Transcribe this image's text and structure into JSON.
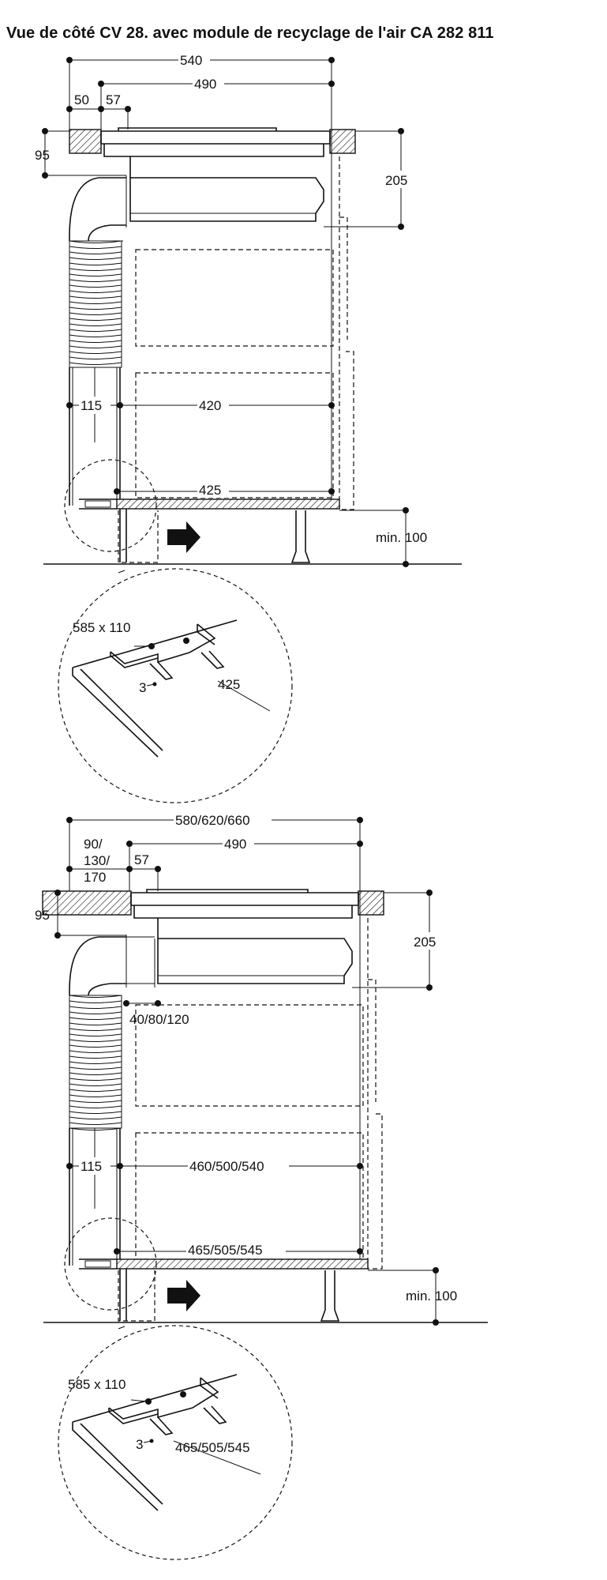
{
  "title": "Vue de côté CV 28. avec module de recyclage de l'air CA 282 811",
  "view1": {
    "dims": {
      "w540": "540",
      "w490": "490",
      "d50": "50",
      "d57": "57",
      "d95": "95",
      "h205": "205",
      "d115": "115",
      "d420": "420",
      "d425": "425",
      "min100": "min. 100"
    },
    "detail": {
      "cut": "585 x 110",
      "t3": "3",
      "d425": "425"
    }
  },
  "view2": {
    "dims": {
      "w580": "580/620/660",
      "w490": "490",
      "d90a": "90/",
      "d90b": "130/",
      "d90c": "170",
      "d57": "57",
      "d95": "95",
      "h205": "205",
      "d40": "40/80/120",
      "d115": "115",
      "d460": "460/500/540",
      "d465": "465/505/545",
      "min100": "min. 100"
    },
    "detail": {
      "cut": "585 x 110",
      "t3": "3",
      "d465": "465/505/545"
    }
  }
}
